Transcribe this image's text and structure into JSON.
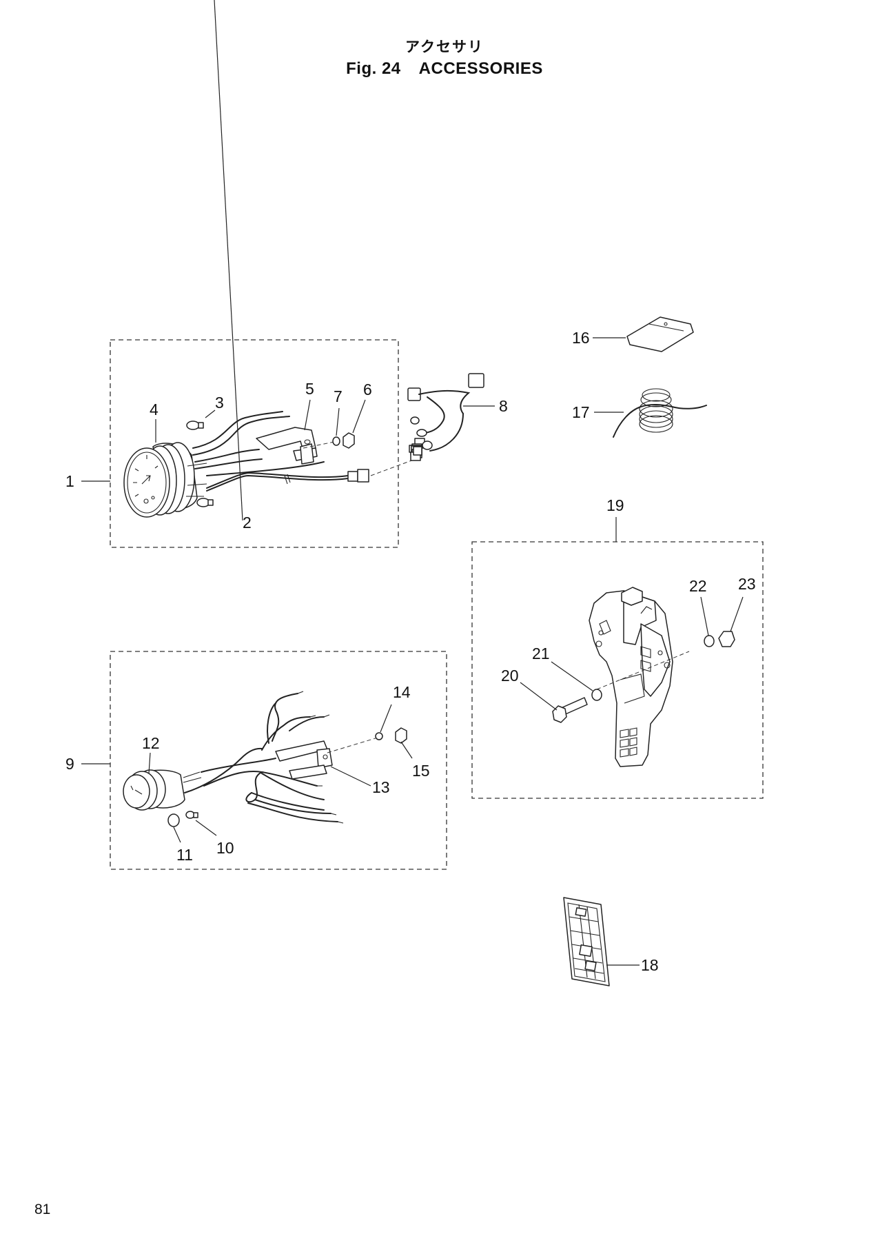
{
  "header": {
    "title_jp": "アクセサリ",
    "fig_label": "Fig. 24",
    "fig_title": "ACCESSORIES"
  },
  "page_number": "81",
  "callouts": [
    "1",
    "2",
    "3",
    "4",
    "5",
    "6",
    "7",
    "8",
    "9",
    "10",
    "11",
    "12",
    "13",
    "14",
    "15",
    "16",
    "17",
    "18",
    "19",
    "20",
    "21",
    "22",
    "23"
  ],
  "icons": {
    "tachometer": "tachometer-icon",
    "main_harness": "wiring-harness-icon",
    "trim_meter": "trim-meter-icon",
    "plastic_bag": "bag-icon",
    "coiled_hose": "hose-coil-icon",
    "decal_sheet": "label-sheet-icon",
    "mounting_bracket": "bracket-icon"
  }
}
